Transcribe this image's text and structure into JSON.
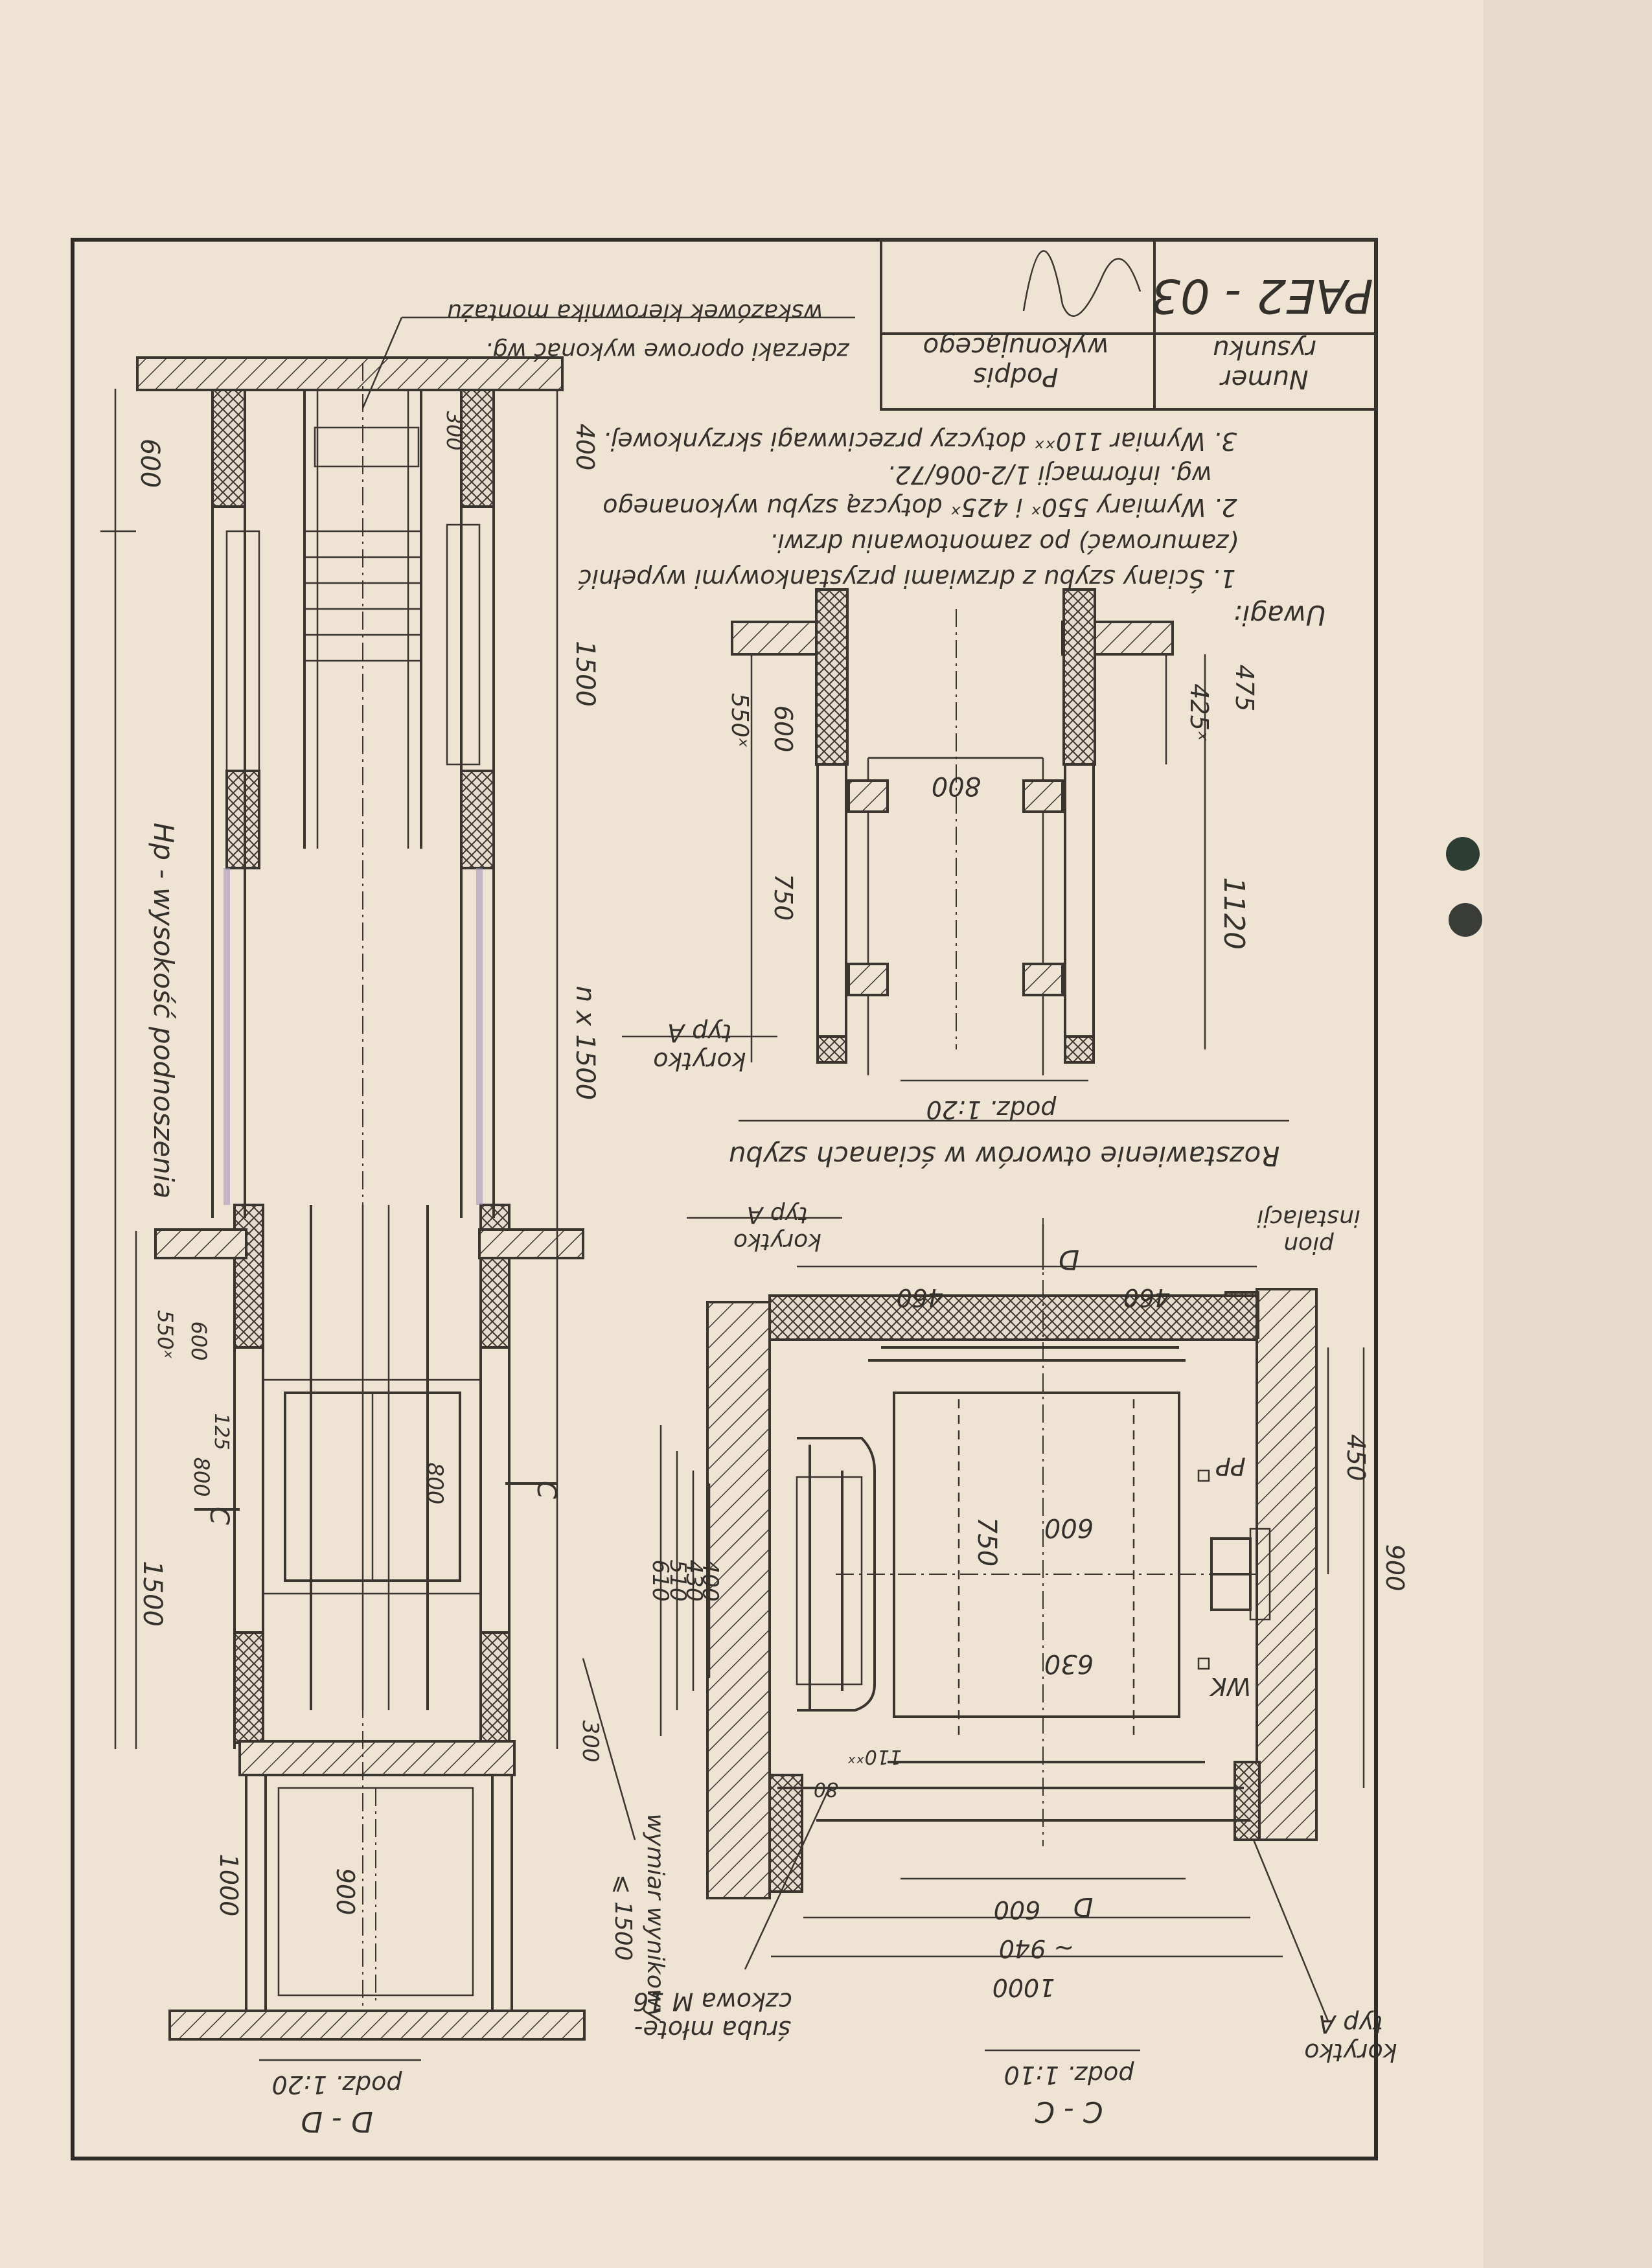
{
  "title_block": {
    "drawing_number": "PAE2 - 03",
    "number_label": "Numer\nrysunku",
    "signature_label": "Podpis\nwykonującego"
  },
  "notes": {
    "heading": "Uwagi:",
    "items": [
      "1. Ściany szybu z drzwiami przystankowymi wypełnić",
      "(zamurować) po zamontowaniu drzwi.",
      "2. Wymiary 550ˣ i 425ˣ dotyczą szybu wykonanego",
      "wg. informacji 1/2-006/72.",
      "3. Wymiar 110ˣˣ dotyczy przeciwwagi skrzynkowej."
    ]
  },
  "openings_view": {
    "title": "Rozstawienie otworów w ścianach szybu",
    "scale": "podz. 1:20",
    "label_rail": "korytko\ntyp A",
    "dims": [
      "475",
      "425ˣ",
      "1120",
      "800",
      "600",
      "550ˣ",
      "750"
    ]
  },
  "section_cc": {
    "title": "C - C",
    "scale": "podz. 1:10",
    "labels": {
      "pion": "pion\ninstalacji",
      "korytko_top": "korytko\ntyp A",
      "korytko_bottom": "korytko\ntyp A",
      "sruba": "śruba młote-\nczkowa M 16",
      "pp": "PP",
      "wk": "WK",
      "section_mark": "D"
    },
    "dims": [
      "460",
      "460",
      "450",
      "900",
      "600",
      "750",
      "630",
      "400",
      "430",
      "510",
      "610",
      "110ˣˣ",
      "80",
      "600",
      "~ 940",
      "1000"
    ]
  },
  "section_dd": {
    "title": "D - D",
    "scale": "podz. 1:20",
    "labels": {
      "zderzaki": "zderzaki oporowe wykonać wg.",
      "zderzaki2": "wskazówek kierownika montażu",
      "hp": "Hp - wysokość podnoszenia",
      "wymiar": "wymiar wynikowy",
      "wymiar2": "⩽ 1500",
      "section_mark": "C"
    },
    "dims": [
      "400",
      "300",
      "1500",
      "n x 1500",
      "600",
      "300",
      "1500",
      "800",
      "125",
      "600",
      "550ˣ",
      "800",
      "1000",
      "900"
    ]
  },
  "colors": {
    "paper": "#efe3d4",
    "ink": "#3a352f",
    "pencil_purple": "#9f8fb8"
  }
}
